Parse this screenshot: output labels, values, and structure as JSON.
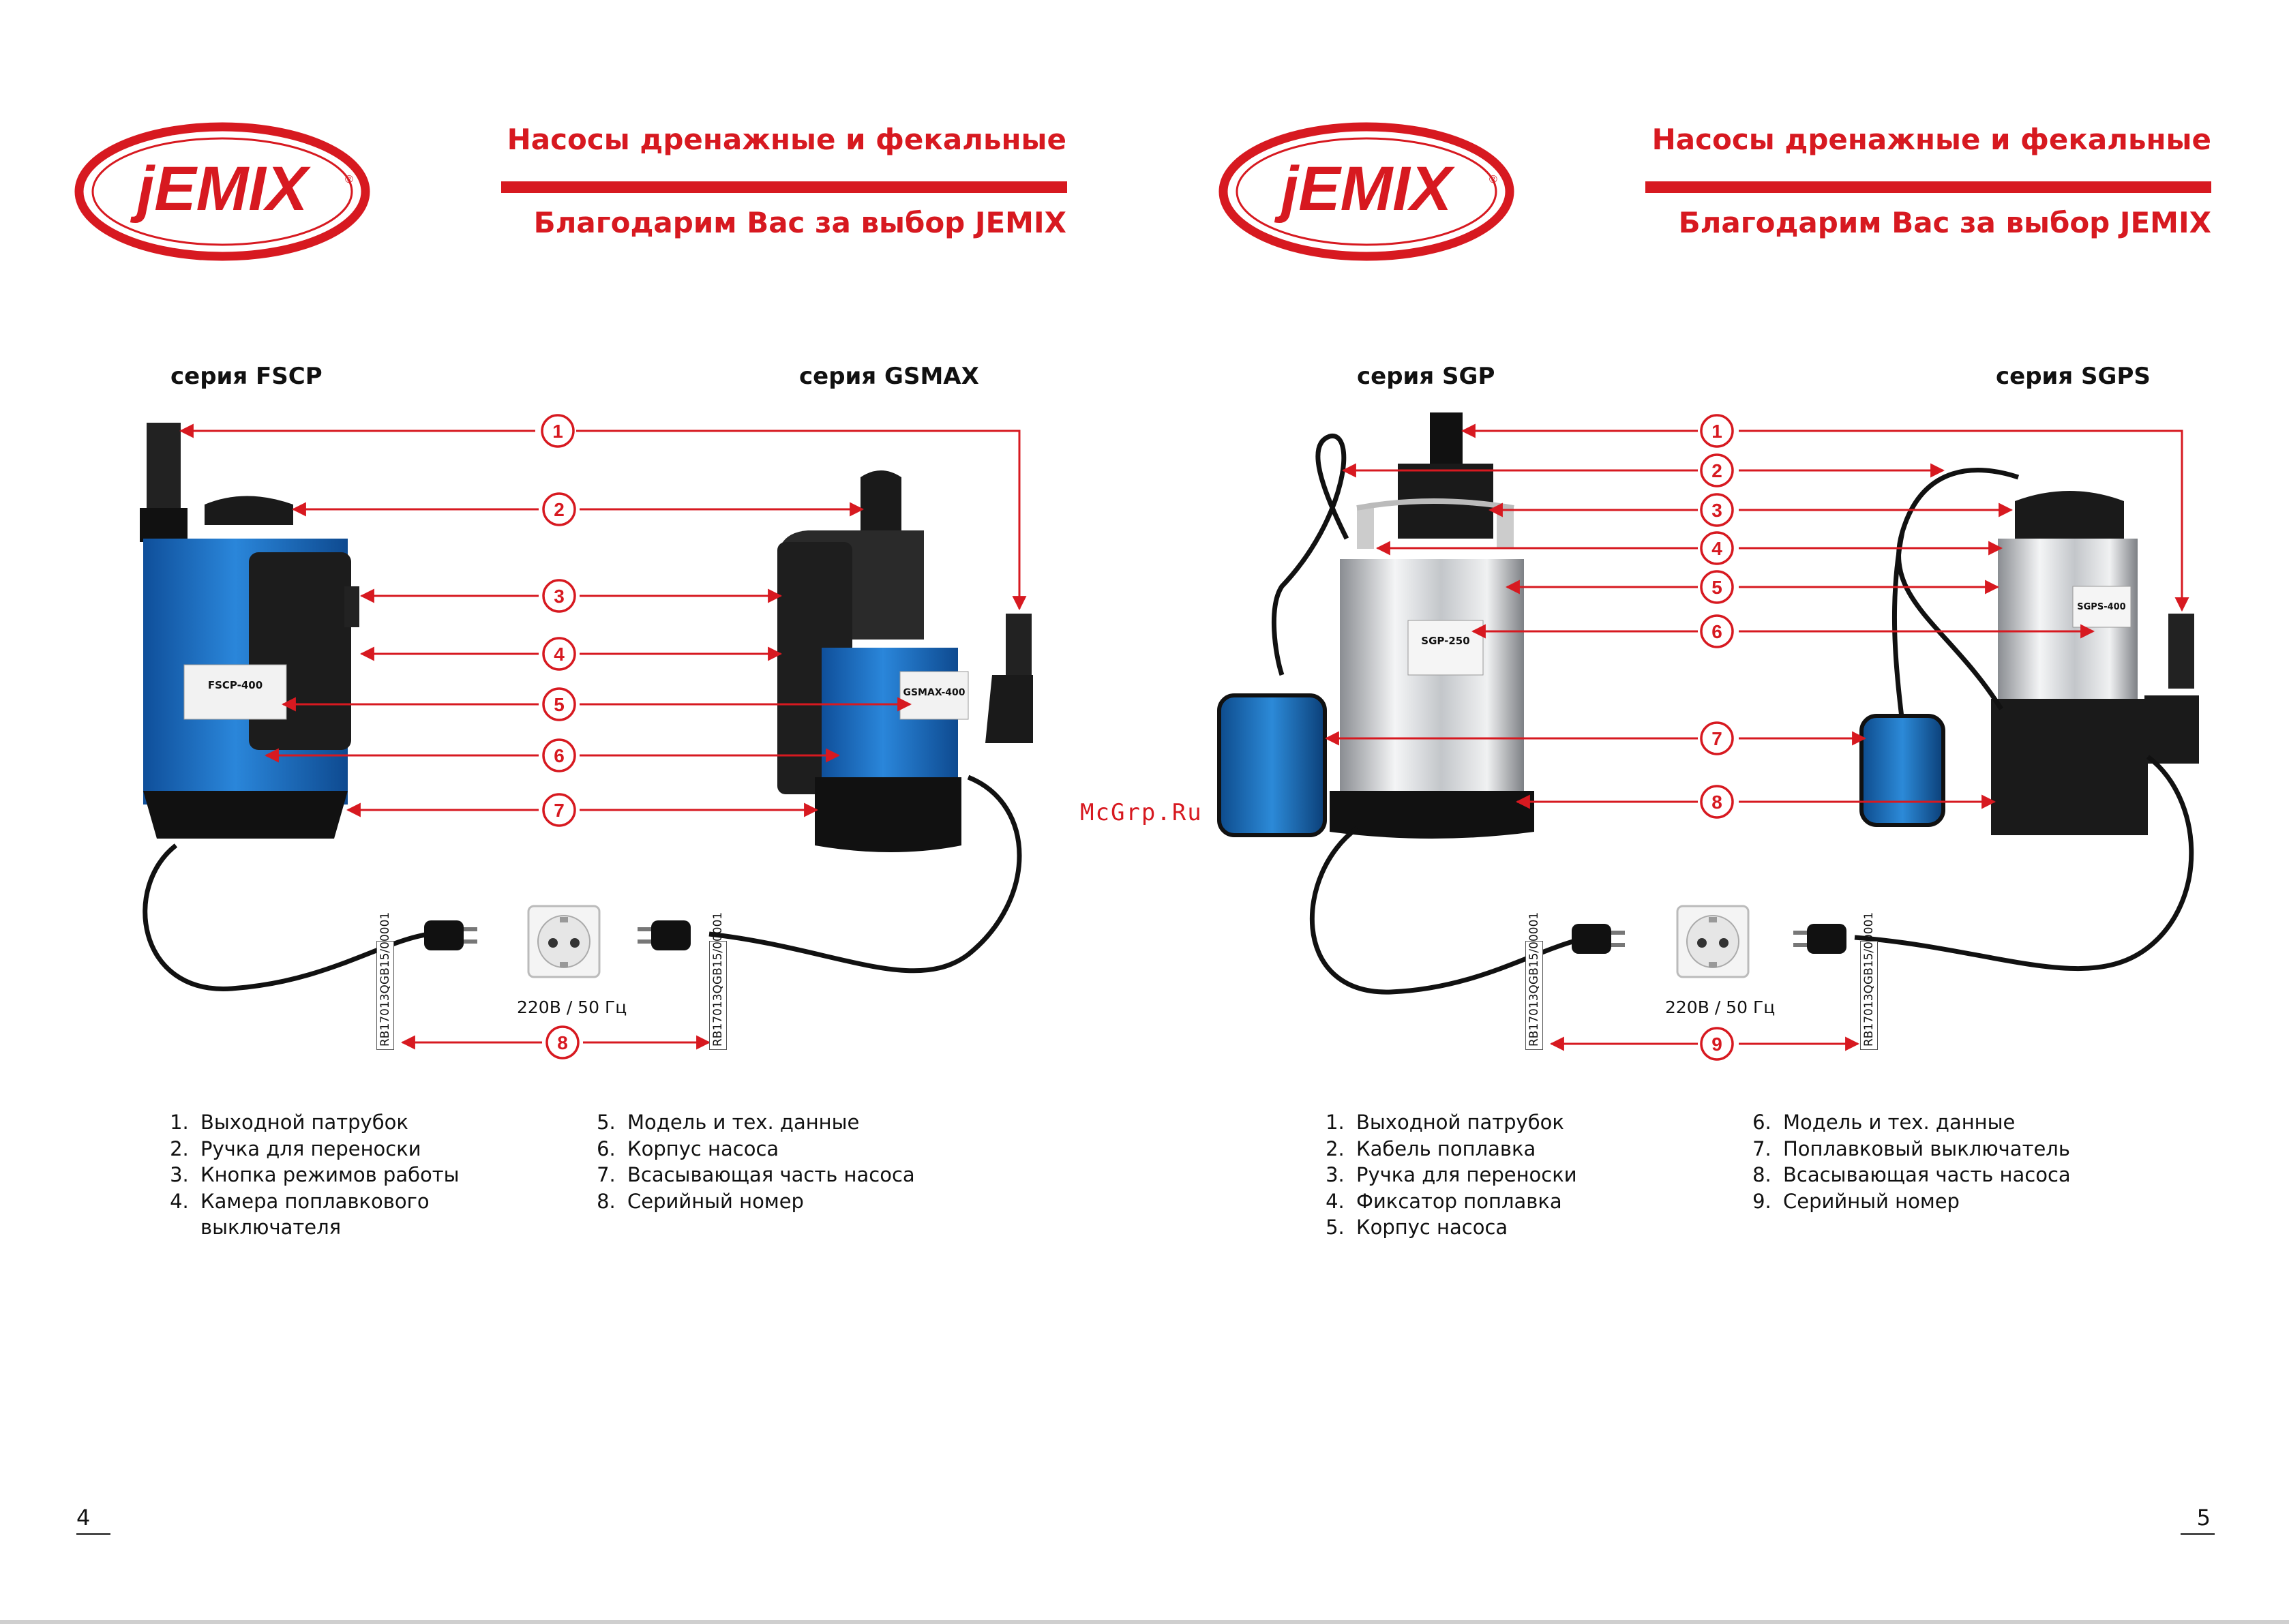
{
  "logo": {
    "text": "jEMIX"
  },
  "left_page": {
    "title1": "Насосы дренажные и фекальные",
    "title2": "Благодарим Вас за выбор JEMIX",
    "series_a": "серия FSCP",
    "series_b": "серия GSMAX",
    "pump_a_label": "FSCP-400",
    "pump_b_label": "GSMAX-400",
    "voltage": "220В / 50 Гц",
    "serial": "RB17013QGB15/00001",
    "callouts": [
      "1",
      "2",
      "3",
      "4",
      "5",
      "6",
      "7",
      "8"
    ],
    "legend_col1": [
      "Выходной патрубок",
      "Ручка для переноски",
      "Кнопка режимов работы",
      "Камера поплавкового выключателя"
    ],
    "legend_col2": [
      "Модель и тех. данные",
      "Корпус насоса",
      "Всасывающая часть насоса",
      "Серийный номер"
    ],
    "page_number": "4"
  },
  "right_page": {
    "title1": "Насосы дренажные и фекальные",
    "title2": "Благодарим Вас за выбор JEMIX",
    "series_a": "серия SGP",
    "series_b": "серия SGPS",
    "pump_a_label": "SGP-250",
    "pump_b_label": "SGPS-400",
    "voltage": "220В / 50 Гц",
    "serial": "RB17013QGB15/00001",
    "callouts": [
      "1",
      "2",
      "3",
      "4",
      "5",
      "6",
      "7",
      "8",
      "9"
    ],
    "legend_col1": [
      "Выходной патрубок",
      "Кабель поплавка",
      "Ручка для переноски",
      "Фиксатор поплавка",
      "Корпус насоса"
    ],
    "legend_col2": [
      "Модель и тех. данные",
      "Поплавковый выключатель",
      "Всасывающая часть насоса",
      "Серийный номер"
    ],
    "page_number": "5"
  },
  "watermark": "McGrp.Ru",
  "colors": {
    "brand_red": "#d71920",
    "pump_blue": "#1e73c8",
    "steel": "#c9ccd0"
  }
}
